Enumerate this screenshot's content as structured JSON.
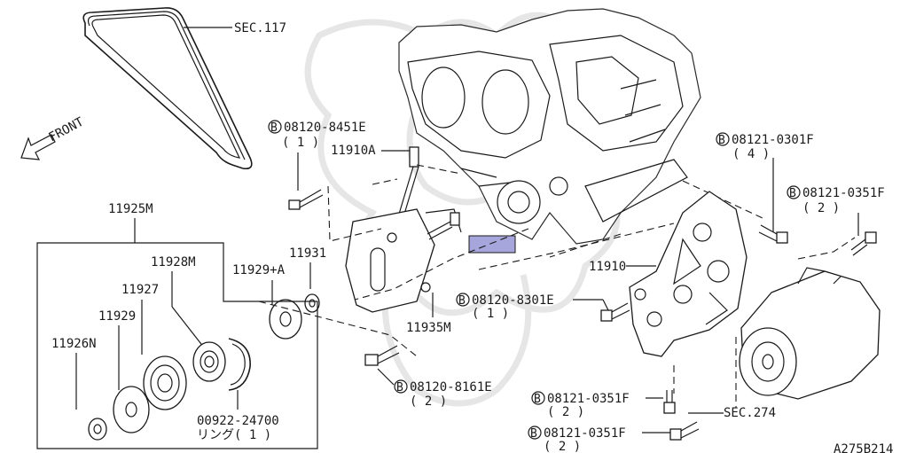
{
  "labels": {
    "sec117": "SEC.117",
    "front": "FRONT",
    "bolt_8451_code": "08120-8451E",
    "bolt_8451_qty": "( 1 )",
    "p11910A": "11910A",
    "p11925M": "11925M",
    "p11928M": "11928M",
    "p11927": "11927",
    "p11929": "11929",
    "p11926N": "11926N",
    "p11931": "11931",
    "p11929A": "11929+A",
    "p11935M": "11935M",
    "p11910": "11910",
    "bolt_0301_code": "08121-0301F",
    "bolt_0301_qty": "( 4 )",
    "bolt_0351a_code": "08121-0351F",
    "bolt_0351a_qty": "( 2 )",
    "bolt_8301_code": "08120-8301E",
    "bolt_8301_qty": "( 1 )",
    "bolt_8161_code": "08120-8161E",
    "bolt_8161_qty": "( 2 )",
    "bolt_0351b_code": "08121-0351F",
    "bolt_0351b_qty": "( 2 )",
    "bolt_0351c_code": "08121-0351F",
    "bolt_0351c_qty": "( 2 )",
    "p00922": "00922-24700",
    "ring_jp": "リング( 1 )",
    "sec274": "SEC.274",
    "diagram_id": "A275B214",
    "bolt_symbol": "B"
  },
  "colors": {
    "highlight": "#a6a6dc",
    "line": "#1a1a1a",
    "watermark": "#e6e6e6"
  }
}
